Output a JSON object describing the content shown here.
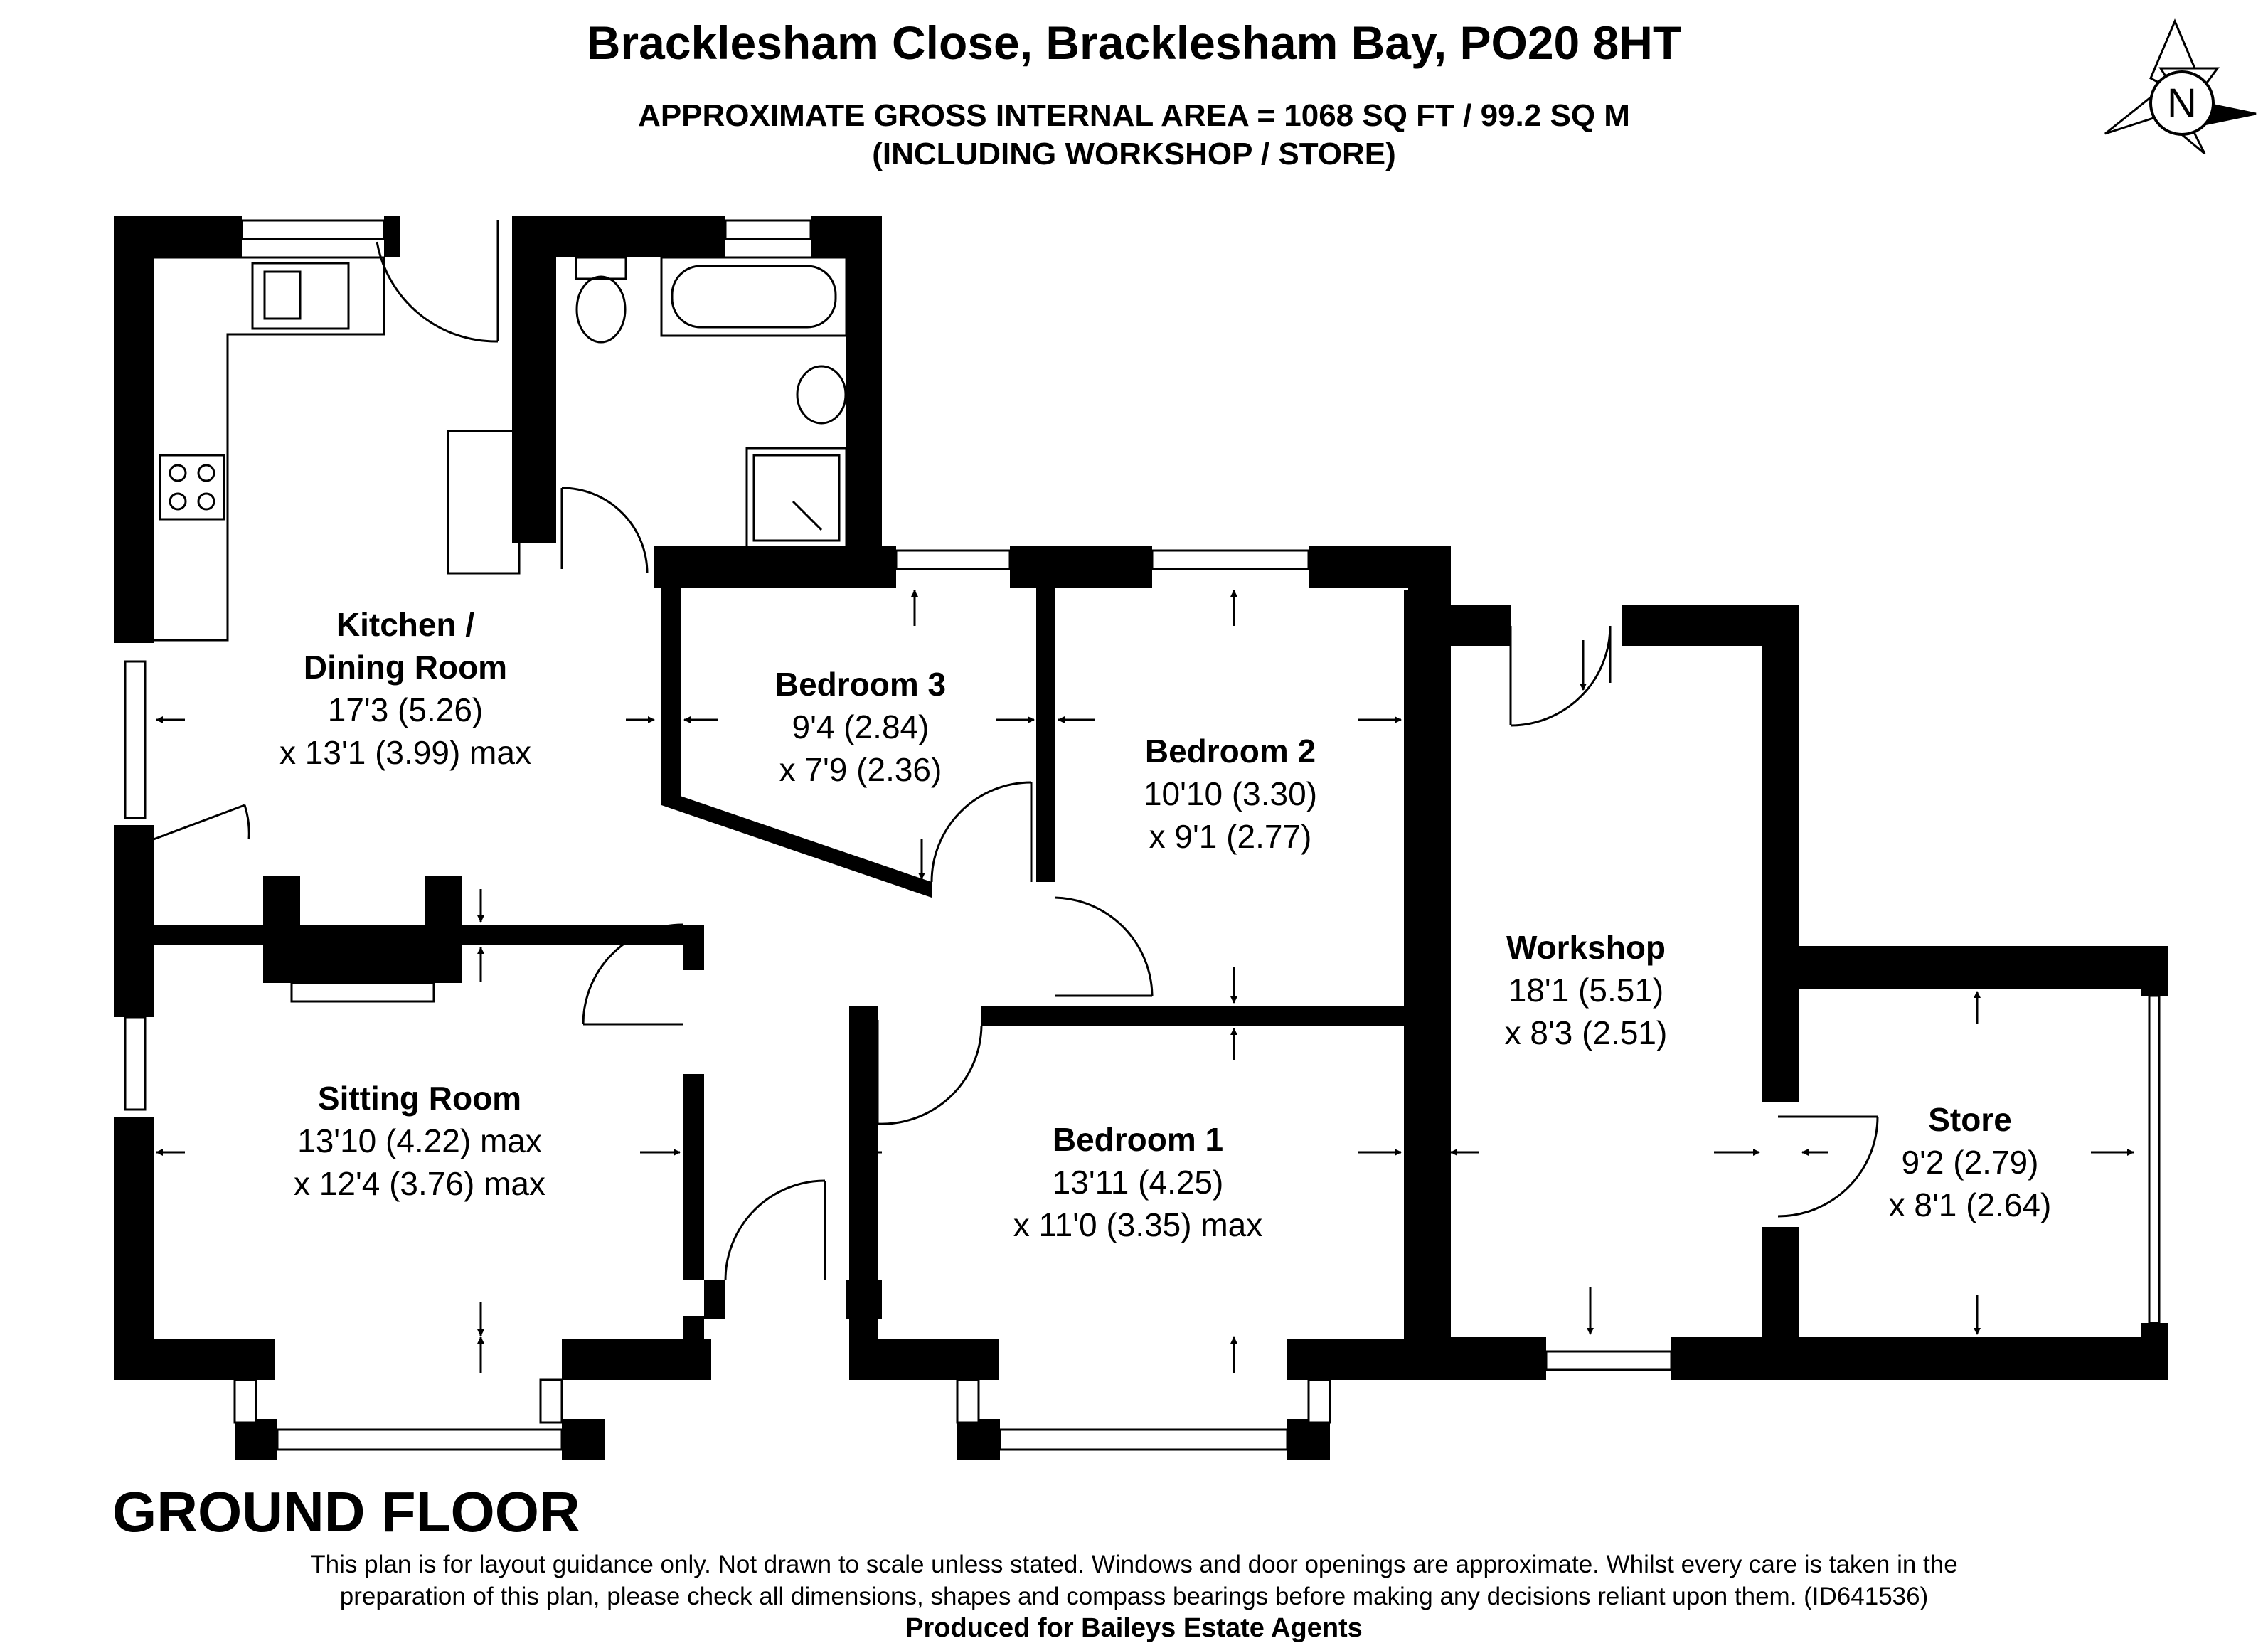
{
  "header": {
    "title": "Bracklesham Close, Bracklesham Bay, PO20 8HT",
    "area_line": "APPROXIMATE GROSS INTERNAL AREA = 1068 SQ FT / 99.2 SQ M",
    "area_note": "(INCLUDING WORKSHOP / STORE)"
  },
  "compass": {
    "letter": "N"
  },
  "rooms": {
    "kitchen": {
      "name_1": "Kitchen /",
      "name_2": "Dining Room",
      "dim_1": "17'3 (5.26)",
      "dim_2": "x 13'1 (3.99) max"
    },
    "bedroom3": {
      "name": "Bedroom 3",
      "dim_1": "9'4 (2.84)",
      "dim_2": "x 7'9 (2.36)"
    },
    "bedroom2": {
      "name": "Bedroom 2",
      "dim_1": "10'10 (3.30)",
      "dim_2": "x 9'1 (2.77)"
    },
    "workshop": {
      "name": "Workshop",
      "dim_1": "18'1 (5.51)",
      "dim_2": "x 8'3 (2.51)"
    },
    "sitting": {
      "name": "Sitting Room",
      "dim_1": "13'10 (4.22) max",
      "dim_2": "x 12'4 (3.76) max"
    },
    "bedroom1": {
      "name": "Bedroom 1",
      "dim_1": "13'11 (4.25)",
      "dim_2": "x 11'0 (3.35) max"
    },
    "store": {
      "name": "Store",
      "dim_1": "9'2 (2.79)",
      "dim_2": "x 8'1 (2.64)"
    }
  },
  "floor_label": "GROUND FLOOR",
  "footer": {
    "disclaimer_1": "This plan is for layout guidance only. Not drawn to scale unless stated. Windows and door openings are approximate. Whilst every care is taken in the",
    "disclaimer_2": "preparation of this plan, please check all dimensions, shapes and compass bearings before making any decisions reliant upon them. (ID641536)",
    "produced_for": "Produced for Baileys Estate Agents"
  }
}
